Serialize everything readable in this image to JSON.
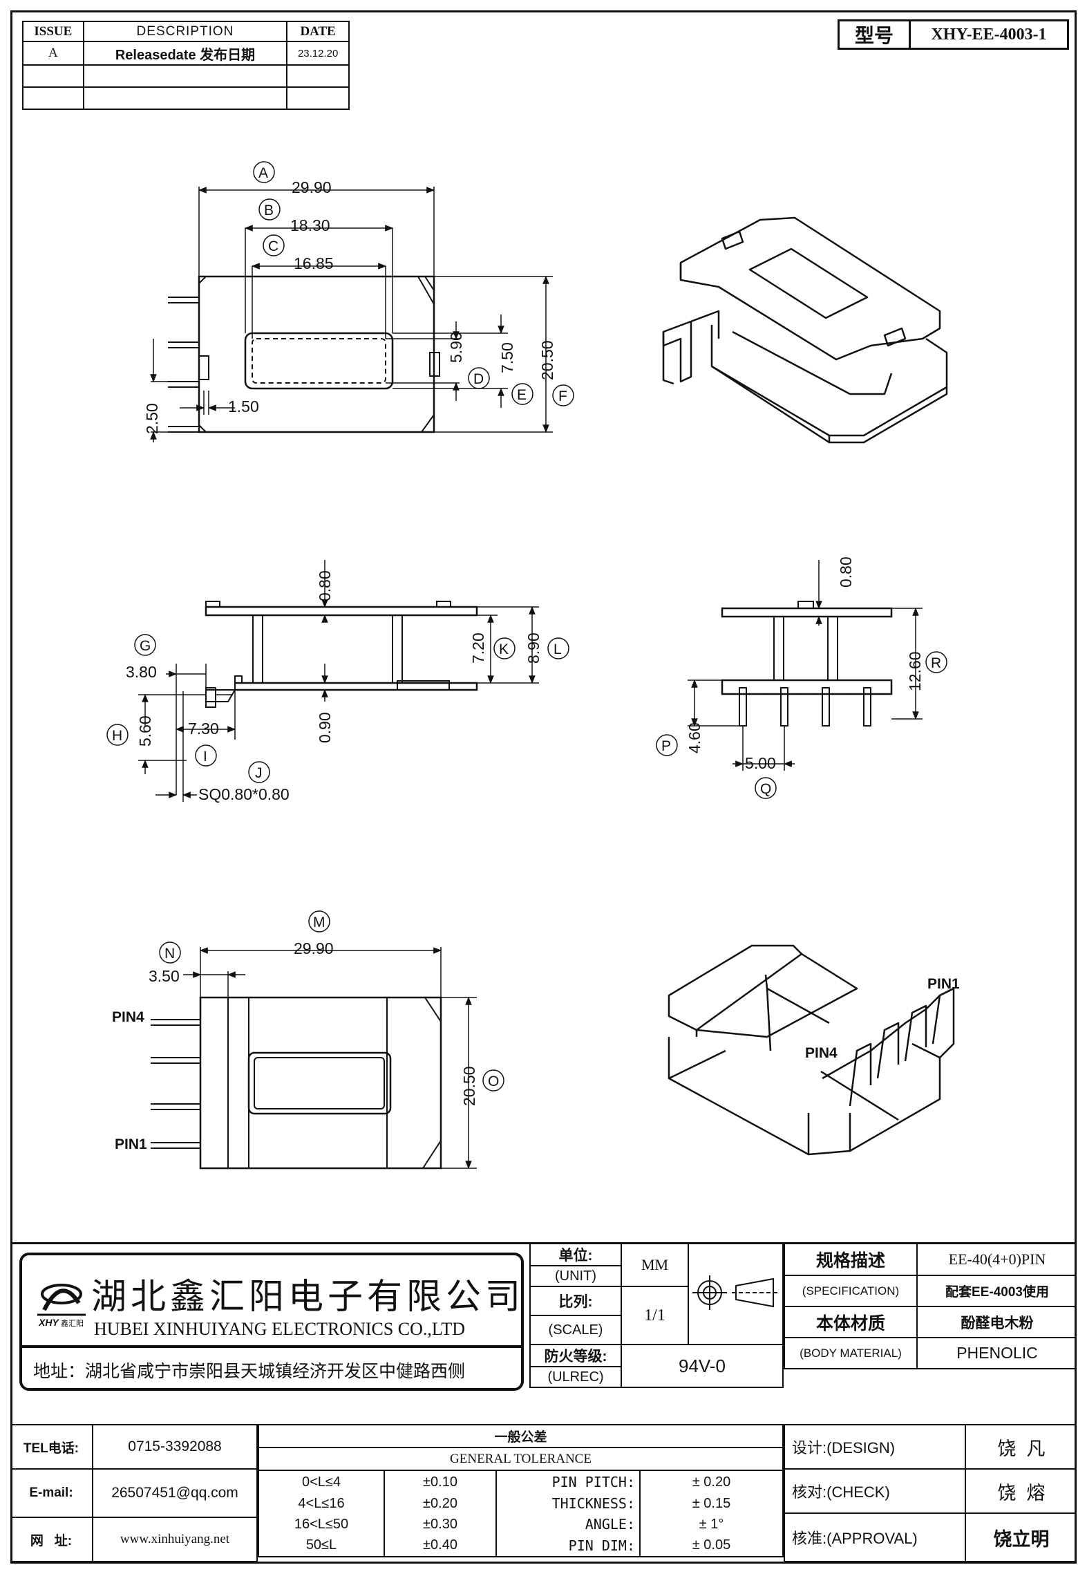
{
  "revision_table": {
    "headers": {
      "issue": "ISSUE",
      "description": "DESCRIPTION",
      "date": "DATE"
    },
    "rows": [
      {
        "issue": "A",
        "description": "Releasedate 发布日期",
        "date": "23.12.20"
      }
    ]
  },
  "model": {
    "label": "型号",
    "value": "XHY-EE-4003-1"
  },
  "dims": {
    "A": "29.90",
    "B": "18.30",
    "C": "16.85",
    "D": "5.90",
    "E": "7.50",
    "F": "20.50",
    "tab_h": "2.50",
    "tab_w": "1.50",
    "top_080": "0.80",
    "K": "7.20",
    "L": "8.90",
    "bot_090": "0.90",
    "G": "3.80",
    "H": "5.60",
    "I": "7.30",
    "J": "SQ0.80*0.80",
    "side_080": "0.80",
    "R": "12.60",
    "P": "4.60",
    "Q": "5.00",
    "M": "29.90",
    "N": "3.50",
    "O": "20.50"
  },
  "callouts": [
    "A",
    "B",
    "C",
    "D",
    "E",
    "F",
    "G",
    "H",
    "I",
    "J",
    "K",
    "L",
    "M",
    "N",
    "O",
    "P",
    "Q",
    "R"
  ],
  "pin_labels": {
    "pin4": "PIN4",
    "pin1": "PIN1"
  },
  "company": {
    "name_cn": "湖北鑫汇阳电子有限公司",
    "name_en": "HUBEI XINHUIYANG ELECTRONICS CO.,LTD",
    "logo_text": "XHY",
    "logo_sub": "鑫汇阳",
    "address": "地址：湖北省咸宁市崇阳县天城镇经济开发区中健路西侧"
  },
  "title_block": {
    "unit_cn": "单位:",
    "unit_en": "(UNIT)",
    "unit_value": "MM",
    "scale_cn": "比列:",
    "scale_en": "(SCALE)",
    "scale_value": "1/1",
    "fire_cn": "防火等级:",
    "fire_en": "(ULREC)",
    "fire_value": "94V-0",
    "spec_cn": "规格描述",
    "spec_en": "(SPECIFICATION)",
    "spec_value_1": "EE-40(4+0)PIN",
    "spec_value_2": "配套EE-4003使用",
    "material_cn": "本体材质",
    "material_en": "(BODY MATERIAL)",
    "material_value_cn": "酚醛电木粉",
    "material_value_en": "PHENOLIC"
  },
  "contact": {
    "tel_label": "TEL电话:",
    "tel": "0715-3392088",
    "email_label": "E-mail:",
    "email": "26507451@qq.com",
    "web_label": "网   址:",
    "web": "www.xinhuiyang.net"
  },
  "tolerance": {
    "title_cn": "一般公差",
    "title_en": "GENERAL TOLERANCE",
    "rows": [
      {
        "range": "0<L≤4",
        "tol": "±0.10",
        "label": "PIN PITCH:",
        "value": "± 0.20"
      },
      {
        "range": "4<L≤16",
        "tol": "±0.20",
        "label": "THICKNESS:",
        "value": "± 0.15"
      },
      {
        "range": "16<L≤50",
        "tol": "±0.30",
        "label": "ANGLE:",
        "value": "± 1°"
      },
      {
        "range": "50≤L",
        "tol": "±0.40",
        "label": "PIN DIM:",
        "value": "± 0.05"
      }
    ]
  },
  "signoff": {
    "design_label": "设计:(DESIGN)",
    "design_name": "饶  凡",
    "check_label": "核对:(CHECK)",
    "check_name": "饶  熔",
    "approval_label": "核准:(APPROVAL)",
    "approval_name": "饶立明"
  }
}
